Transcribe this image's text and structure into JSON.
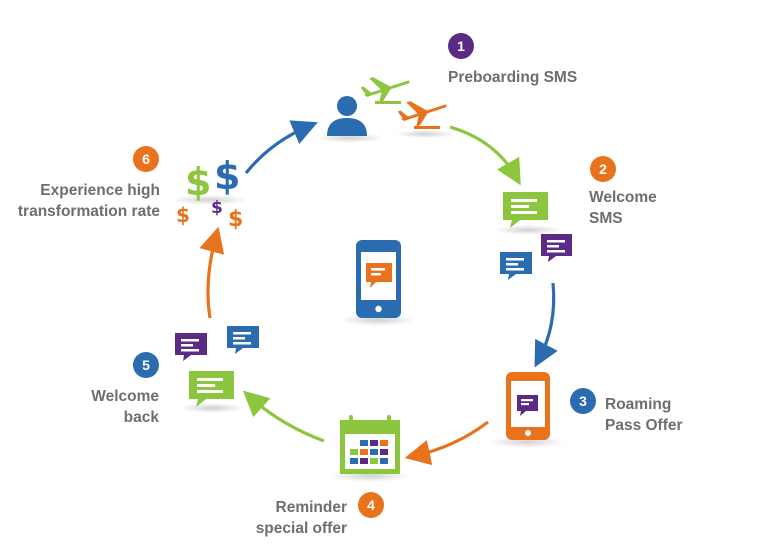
{
  "colors": {
    "purple": "#5b2a86",
    "orange": "#e8731c",
    "blue": "#2b6cb0",
    "green": "#8cc63f",
    "text": "#6d6e71"
  },
  "steps": [
    {
      "number": "1",
      "label": "Preboarding SMS",
      "color": "#5b2a86"
    },
    {
      "number": "2",
      "label": "Welcome\nSMS",
      "color": "#e8731c"
    },
    {
      "number": "3",
      "label": "Roaming\nPass Offer",
      "color": "#2b6cb0"
    },
    {
      "number": "4",
      "label": "Reminder\nspecial offer",
      "color": "#e8731c"
    },
    {
      "number": "5",
      "label": "Welcome\nback",
      "color": "#2b6cb0"
    },
    {
      "number": "6",
      "label": "Experience high\ntransformation rate",
      "color": "#e8731c"
    }
  ],
  "icons": {
    "traveler": "user-icon",
    "planes": "airplane-icon",
    "welcome": "message-bubble-icon",
    "roaming": "smartphone-icon",
    "reminder": "calendar-icon",
    "welcome_back": "message-bubble-icon",
    "revenue": "dollar-icon",
    "center": "smartphone-icon"
  },
  "currency": {
    "symbol": "$"
  }
}
